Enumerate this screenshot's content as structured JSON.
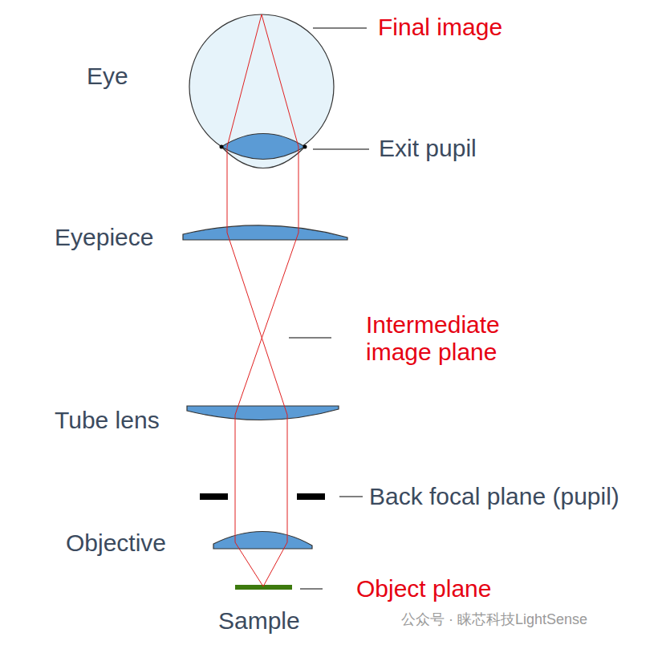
{
  "diagram": {
    "labels": [
      "Final image",
      "Eye",
      "Exit pupil",
      "Eyepiece",
      "Intermediate image plane",
      "Tube lens",
      "Back focal plane (pupil)",
      "Objective",
      "Object plane",
      "Sample",
      "公众号 · 睐芯科技LightSense"
    ]
  }
}
